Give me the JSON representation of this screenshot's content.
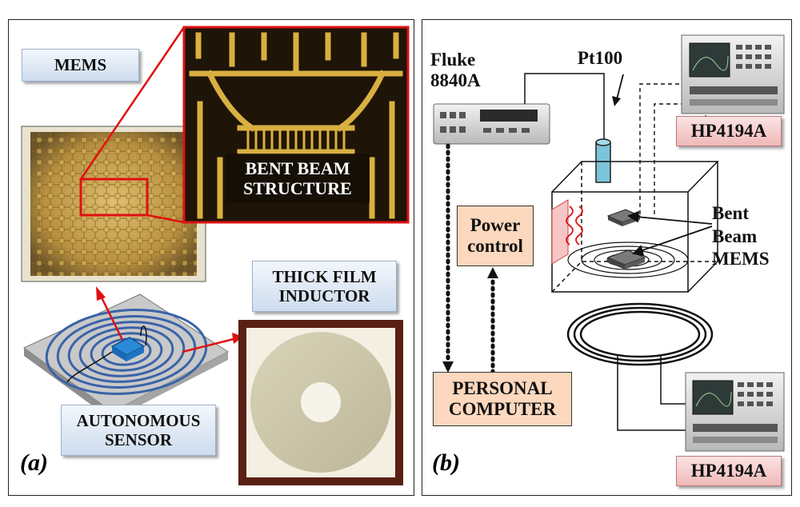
{
  "panel_a": {
    "tag": "(a)",
    "mems_label": "MEMS",
    "bent_beam_structure": "BENT BEAM\nSTRUCTURE",
    "thick_film_inductor": "THICK FILM\nINDUCTOR",
    "autonomous_sensor": "AUTONOMOUS\nSENSOR"
  },
  "panel_b": {
    "tag": "(b)",
    "fluke_label": "Fluke\n8840A",
    "pt100_label": "Pt100",
    "hp_top_label": "HP4194A",
    "hp_bottom_label": "HP4194A",
    "power_control": "Power\ncontrol",
    "bent_beam_mems": "Bent\nBeam\nMEMS",
    "personal_computer": "PERSONAL\nCOMPUTER"
  },
  "colors": {
    "highlight_red": "#e01010",
    "coil_blue": "#3a63a8",
    "chip_gold": "#c9a24a",
    "peach": "#fbd8be",
    "pink": "#f0b9b9",
    "light_blue": "#cddcee"
  }
}
